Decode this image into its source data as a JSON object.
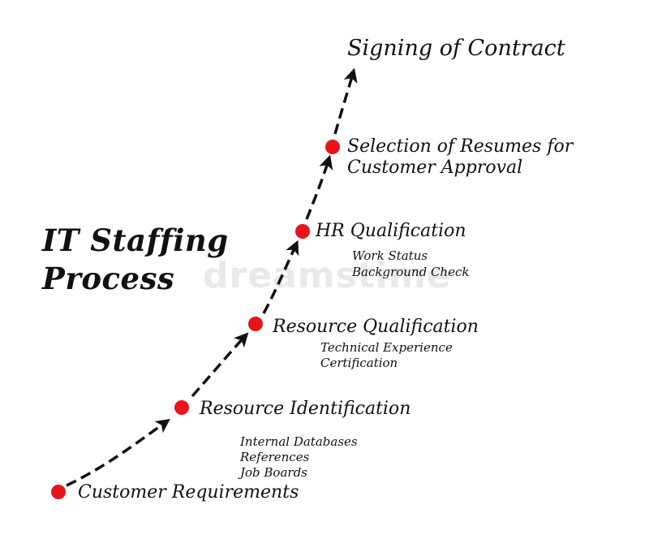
{
  "title": {
    "line1": "IT Staffing",
    "line2": "Process"
  },
  "steps": [
    {
      "label": "Customer Requirements"
    },
    {
      "label": "Resource Identification",
      "details": [
        "Internal Databases",
        "References",
        "Job Boards"
      ]
    },
    {
      "label": "Resource Qualification",
      "details": [
        "Technical Experience",
        "Certification"
      ]
    },
    {
      "label": "HR Qualification",
      "details": [
        "Work Status",
        "Background Check"
      ]
    },
    {
      "label": "Selection of Resumes for",
      "label2": "Customer Approval"
    }
  ],
  "final_step": "Signing of Contract",
  "watermark": "dreamstime",
  "colors": {
    "dot": "#e8141b",
    "arrow": "#111111",
    "text": "#111111"
  }
}
